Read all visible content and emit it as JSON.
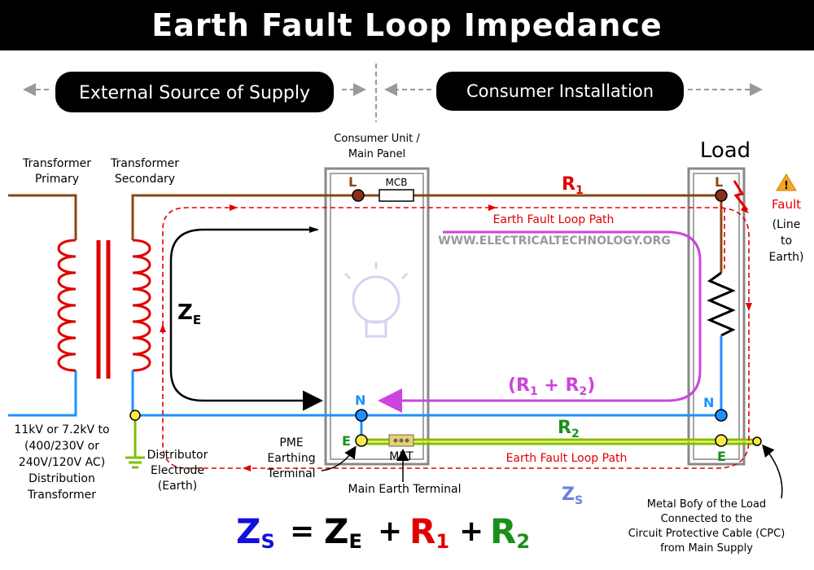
{
  "title": "Earth Fault Loop Impedance",
  "sections": {
    "external": "External Source of Supply",
    "consumer": "Consumer Installation"
  },
  "labels": {
    "transformer_primary_1": "Transformer",
    "transformer_primary_2": "Primary",
    "transformer_secondary_1": "Transformer",
    "transformer_secondary_2": "Secondary",
    "consumer_unit_1": "Consumer Unit /",
    "consumer_unit_2": "Main Panel",
    "load": "Load",
    "mcb": "MCB",
    "fault": "Fault",
    "fault_desc_1": "(Line",
    "fault_desc_2": "to",
    "fault_desc_3": "Earth)",
    "loop_path_top": "Earth Fault Loop Path",
    "loop_path_bottom": "Earth Fault Loop Path",
    "website": "WWW.ELECTRICALTECHNOLOGY.ORG",
    "ze_main": "Z",
    "ze_sub": "E",
    "r1_main": "R",
    "r1_sub": "1",
    "r2_main": "R",
    "r2_sub": "2",
    "r1r2_open": "(R",
    "r1r2_sub1": "1",
    "r1r2_plus": " + R",
    "r1r2_sub2": "2",
    "r1r2_close": ")",
    "zs_main": "Z",
    "zs_sub": "S",
    "term_l": "L",
    "term_n": "N",
    "term_e": "E",
    "met": "MET",
    "voltage_1": "11kV or 7.2kV to",
    "voltage_2": "(400/230V or",
    "voltage_3": "240V/120V AC)",
    "voltage_4": "Distribution",
    "voltage_5": "Transformer",
    "distributor_1": "Distributor",
    "distributor_2": "Electrode",
    "distributor_3": "(Earth)",
    "pme_1": "PME",
    "pme_2": "Earthing",
    "pme_3": "Terminal",
    "main_earth": "Main Earth Terminal",
    "metal_body_1": "Metal Bofy of the Load",
    "metal_body_2": "Connected to the",
    "metal_body_3": "Circuit Protective Cable (CPC)",
    "metal_body_4": "from Main Supply"
  },
  "formula": {
    "zs": "Z",
    "zs_sub": "S",
    "eq": "=",
    "ze": "Z",
    "ze_sub": "E",
    "plus1": "+",
    "r1": "R",
    "r1_sub": "1",
    "plus2": "+",
    "r2": "R",
    "r2_sub": "2"
  },
  "colors": {
    "line": "#8B4513",
    "neutral": "#1E90FF",
    "earth": "#7FBF00",
    "coil": "#E00000",
    "loop": "#E00000",
    "r1r2": "#CC44DD",
    "zs": "#1010E0",
    "ze_text": "#000000",
    "r2_text": "#1A8F1A"
  }
}
